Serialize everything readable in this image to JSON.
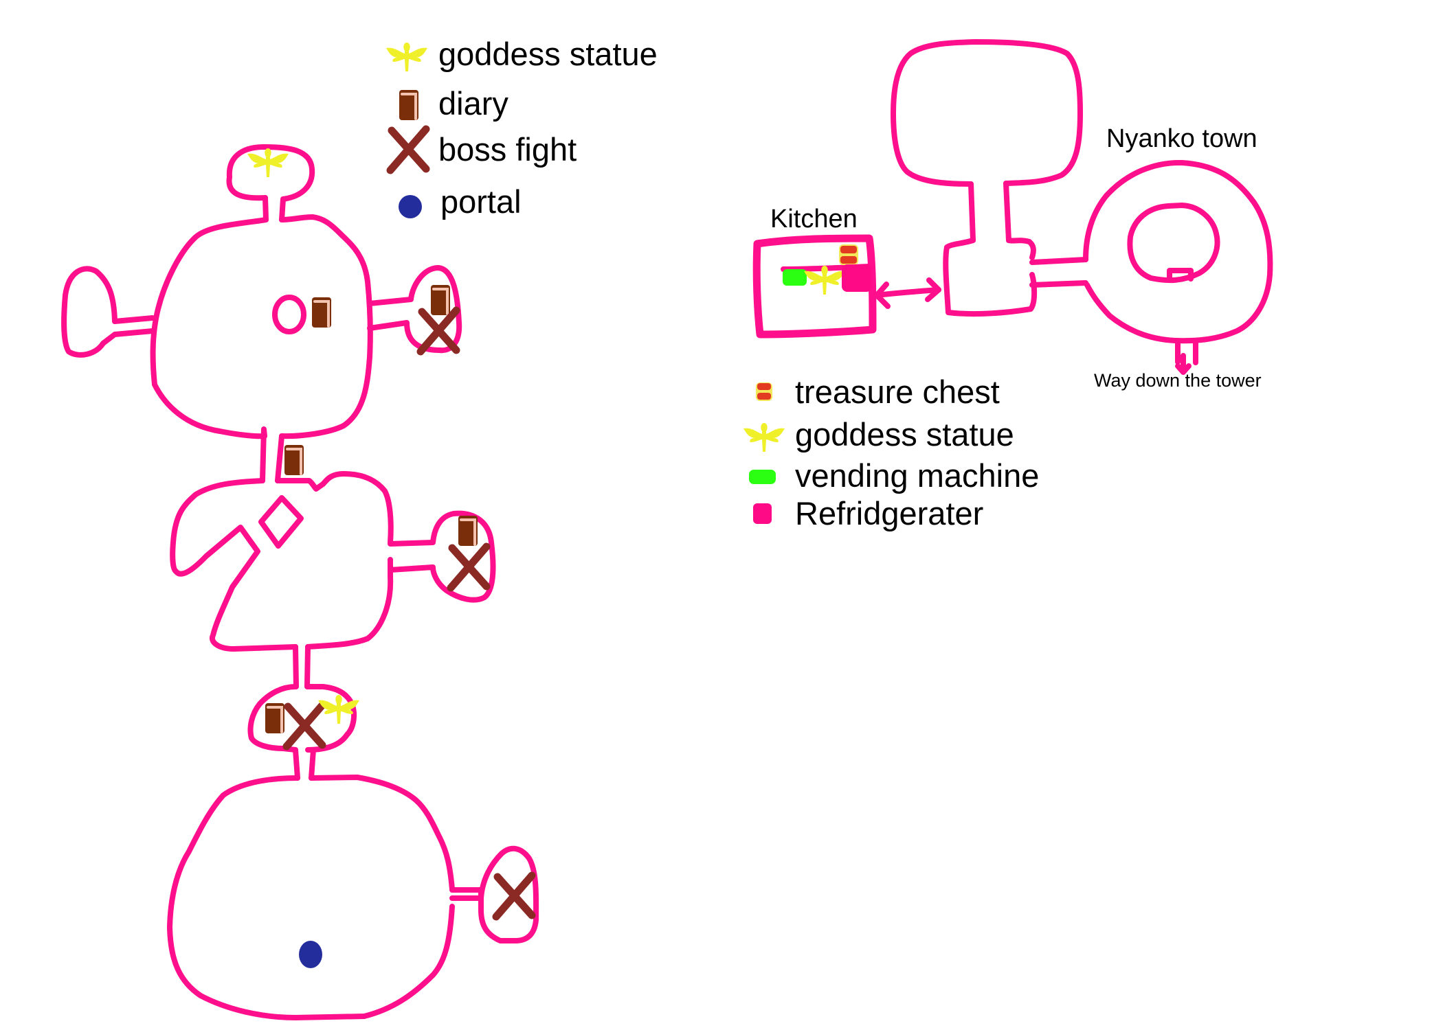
{
  "colors": {
    "wall": "#ff0f8c",
    "goddess_statue": "#f0f02a",
    "diary": "#7a2e0a",
    "diary_highlight": "#f4c3b0",
    "boss_fight": "#8b2a24",
    "portal": "#242d9c",
    "treasure_chest": "#e33a22",
    "treasure_chest_trim": "#f2e85a",
    "vending_machine": "#2bff12",
    "refrigerator": "#ff0a86"
  },
  "tower_map": {
    "legend": [
      {
        "icon": "goddess-statue-icon",
        "label": "goddess statue"
      },
      {
        "icon": "diary-icon",
        "label": "diary"
      },
      {
        "icon": "boss-fight-icon",
        "label": "boss fight"
      },
      {
        "icon": "portal-icon",
        "label": "portal"
      }
    ],
    "rooms": [
      {
        "name": "statue-room",
        "contains": [
          "goddess statue"
        ]
      },
      {
        "name": "upper-hall",
        "contains": [
          "diary"
        ]
      },
      {
        "name": "upper-west-pod",
        "contains": []
      },
      {
        "name": "upper-east-pod",
        "contains": [
          "diary",
          "boss fight"
        ]
      },
      {
        "name": "middle-hall",
        "contains": [
          "diary"
        ]
      },
      {
        "name": "middle-east-pod",
        "contains": [
          "diary",
          "boss fight"
        ]
      },
      {
        "name": "lower-antechamber",
        "contains": [
          "diary",
          "boss fight",
          "goddess statue"
        ]
      },
      {
        "name": "lower-hall",
        "contains": [
          "portal"
        ]
      },
      {
        "name": "lower-east-pod",
        "contains": [
          "boss fight"
        ]
      }
    ]
  },
  "town_map": {
    "labels": {
      "kitchen": "Kitchen",
      "town": "Nyanko town",
      "exit": "Way down the tower"
    },
    "legend": [
      {
        "icon": "treasure-chest-icon",
        "label": "treasure chest"
      },
      {
        "icon": "goddess-statue-icon",
        "label": "goddess statue"
      },
      {
        "icon": "vending-machine-icon",
        "label": "vending machine"
      },
      {
        "icon": "refrigerator-icon",
        "label": "Refridgerater"
      }
    ],
    "kitchen_contains": [
      "treasure chest",
      "vending machine",
      "goddess statue",
      "Refridgerater"
    ]
  }
}
